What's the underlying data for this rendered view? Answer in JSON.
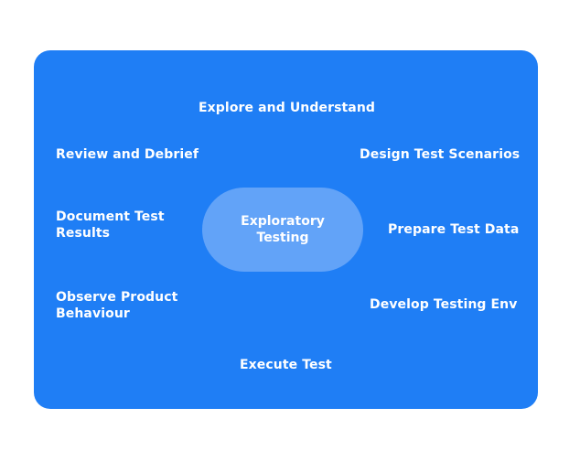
{
  "diagram": {
    "center": "Exploratory Testing",
    "steps": [
      "Explore and Understand",
      "Design Test Scenarios",
      "Prepare Test Data",
      "Develop Testing Env",
      "Execute Test",
      "Observe Product Behaviour",
      "Document Test Results",
      "Review and Debrief"
    ]
  },
  "colors": {
    "panel": "#1f7ef5",
    "center": "#62a3f8",
    "text": "#ffffff",
    "background": "#ffffff"
  }
}
